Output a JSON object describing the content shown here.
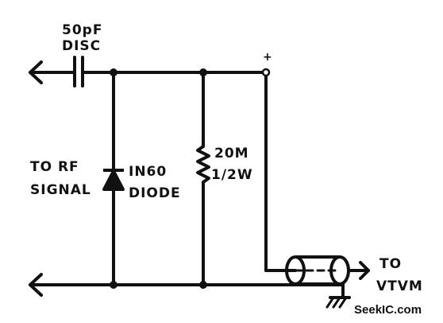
{
  "labels": {
    "cap_value": "50pF",
    "cap_type": "DISC",
    "plus_sign": "+",
    "input_line1": "TO RF",
    "input_line2": "SIGNAL",
    "diode_part": "IN60",
    "diode_type": "DIODE",
    "resistor_value": "20M",
    "resistor_rating": "1/2W",
    "output_line1": "TO",
    "output_line2": "VTVM"
  },
  "watermark": "SeekIC.com",
  "colors": {
    "ink": "#111111",
    "background": "#ffffff"
  }
}
